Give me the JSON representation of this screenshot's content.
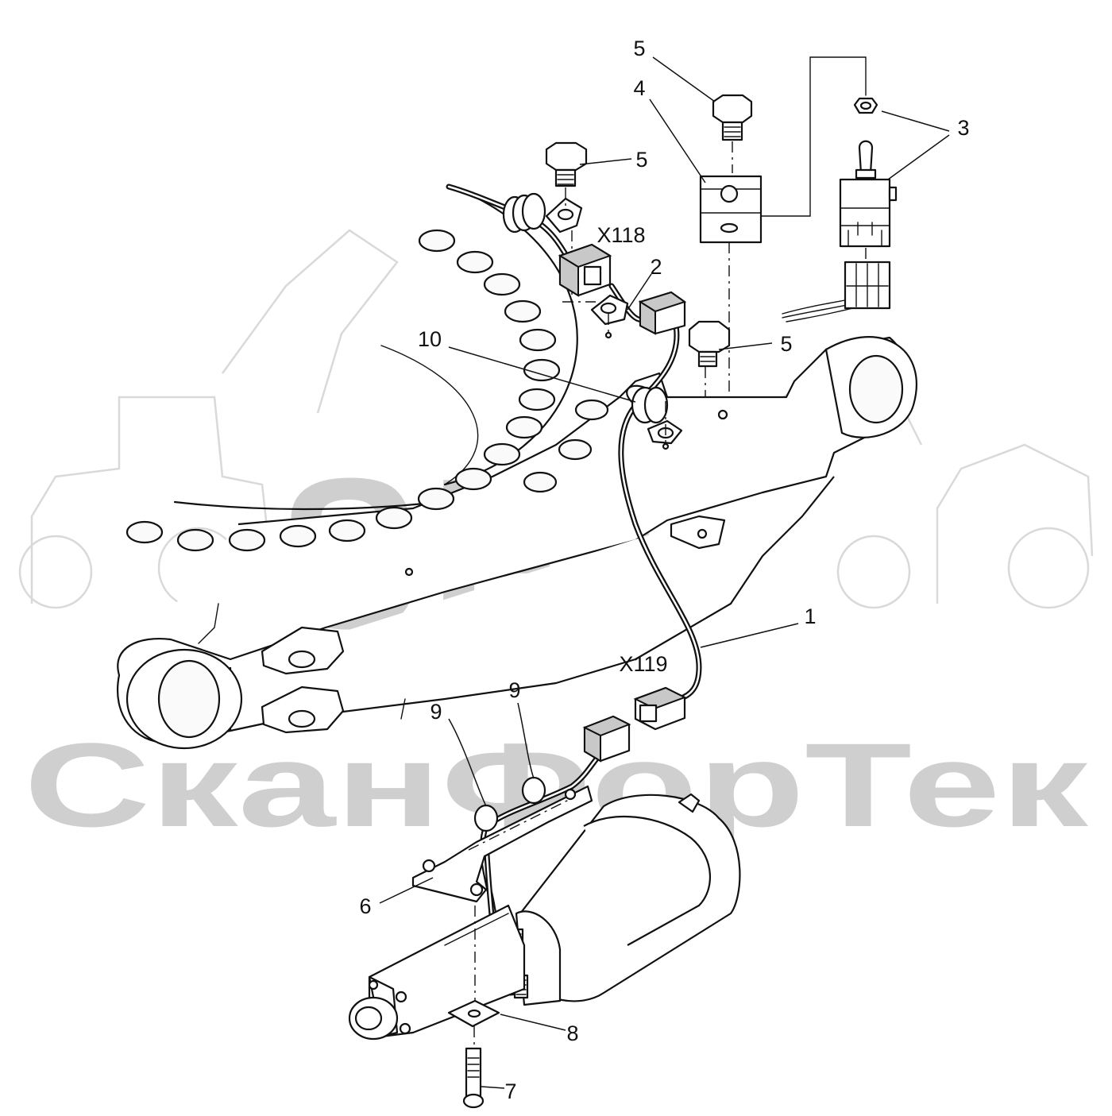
{
  "watermark": {
    "brand": "SFT",
    "company": "СканФорТек"
  },
  "connectors": {
    "x118": "X118",
    "x119": "X119"
  },
  "callouts": {
    "c1": "1",
    "c2": "2",
    "c3": "3",
    "c4": "4",
    "c5a": "5",
    "c5b": "5",
    "c5c": "5",
    "c6": "6",
    "c7": "7",
    "c8": "8",
    "c9a": "9",
    "c9b": "9",
    "c10": "10"
  }
}
